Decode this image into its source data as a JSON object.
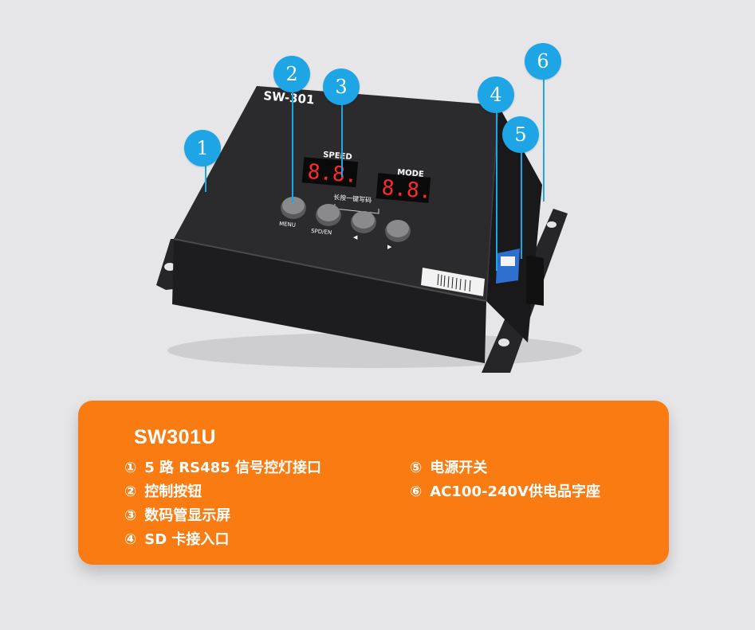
{
  "device": {
    "brand_label": "SW-301",
    "speed_label": "SPEED",
    "mode_label": "MODE",
    "speed_display": "8.8.",
    "mode_display": "8.8.",
    "hold_label": "长按一键写码",
    "menu_label": "MENU",
    "spd_label": "SPD/EN",
    "left_arrow": "◀",
    "right_arrow": "▶"
  },
  "callouts": [
    "1",
    "2",
    "3",
    "4",
    "5",
    "6"
  ],
  "info": {
    "model": "SW301U",
    "features": [
      {
        "num": "①",
        "text": "5 路 RS485 信号控灯接口"
      },
      {
        "num": "②",
        "text": "控制按钮"
      },
      {
        "num": "③",
        "text": "数码管显示屏"
      },
      {
        "num": "④",
        "text": "SD 卡接入口"
      },
      {
        "num": "⑤",
        "text": "电源开关"
      },
      {
        "num": "⑥",
        "text": "AC100-240V供电品字座"
      }
    ]
  },
  "colors": {
    "accent_blue": "#1ea5e6",
    "card_orange": "#fb7b13",
    "background": "#e6e6e8",
    "device_body": "#2a2a2c",
    "led_red": "#ff2a2a"
  }
}
